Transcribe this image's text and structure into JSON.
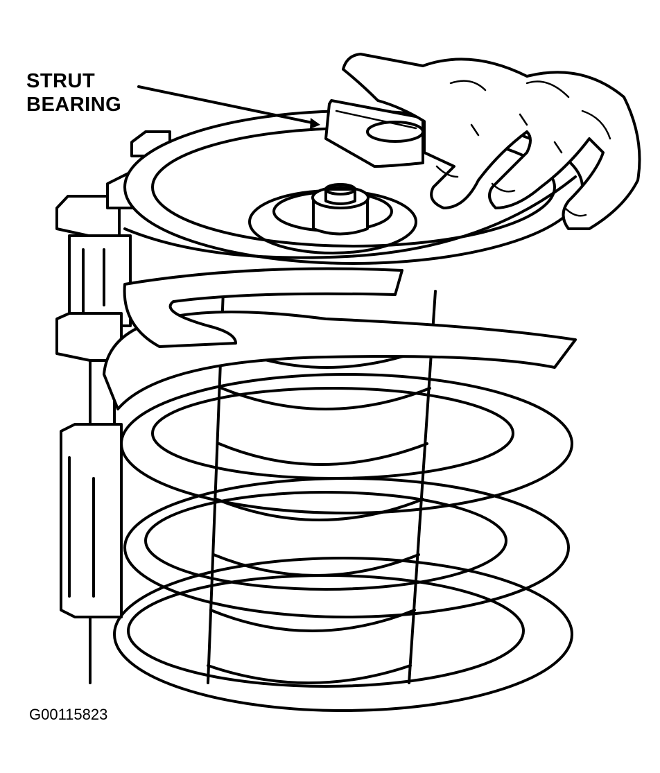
{
  "callout": {
    "line1": "STRUT",
    "line2": "BEARING"
  },
  "figure_id": "G00115823"
}
